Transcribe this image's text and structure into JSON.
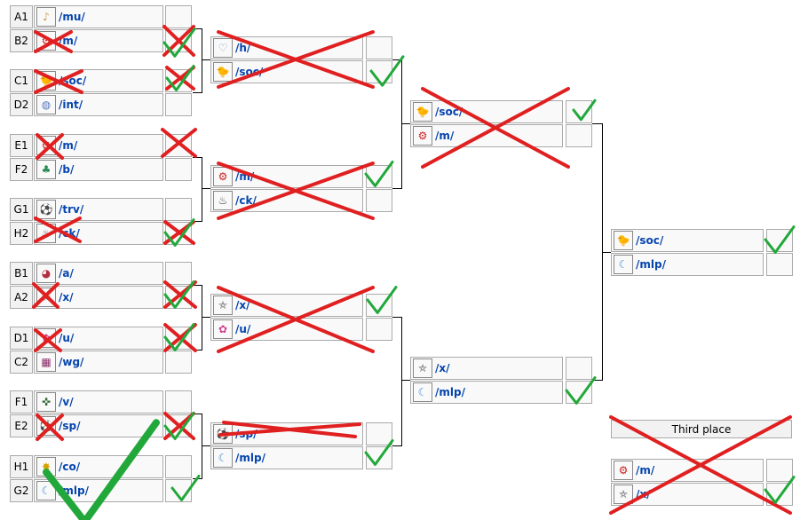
{
  "round1": [
    {
      "top": {
        "seed": "A1",
        "board": "/mu/",
        "icon": "music-icon"
      },
      "bottom": {
        "seed": "B2",
        "board": "/m/",
        "icon": "mecha-icon"
      }
    },
    {
      "top": {
        "seed": "C1",
        "board": "/soc/",
        "icon": "bird-icon"
      },
      "bottom": {
        "seed": "D2",
        "board": "/int/",
        "icon": "globe-icon"
      }
    },
    {
      "top": {
        "seed": "E1",
        "board": "/m/",
        "icon": "mecha-icon"
      },
      "bottom": {
        "seed": "F2",
        "board": "/b/",
        "icon": "clover-icon"
      }
    },
    {
      "top": {
        "seed": "G1",
        "board": "/trv/",
        "icon": "ball-icon"
      },
      "bottom": {
        "seed": "H2",
        "board": "/ck/",
        "icon": "chef-icon"
      }
    },
    {
      "top": {
        "seed": "B1",
        "board": "/a/",
        "icon": "anime-icon"
      },
      "bottom": {
        "seed": "A2",
        "board": "/x/",
        "icon": "pentagram-icon"
      }
    },
    {
      "top": {
        "seed": "D1",
        "board": "/u/",
        "icon": "flower-icon"
      },
      "bottom": {
        "seed": "C2",
        "board": "/wg/",
        "icon": "wallpaper-icon"
      }
    },
    {
      "top": {
        "seed": "F1",
        "board": "/v/",
        "icon": "controller-icon"
      },
      "bottom": {
        "seed": "E2",
        "board": "/sp/",
        "icon": "ball-icon"
      }
    },
    {
      "top": {
        "seed": "H1",
        "board": "/co/",
        "icon": "comic-icon"
      },
      "bottom": {
        "seed": "G2",
        "board": "/mlp/",
        "icon": "pony-icon"
      }
    }
  ],
  "round2": [
    {
      "top": {
        "board": "/h/",
        "icon": "h-icon"
      },
      "bottom": {
        "board": "/soc/",
        "icon": "bird-icon"
      }
    },
    {
      "top": {
        "board": "/m/",
        "icon": "mecha-icon"
      },
      "bottom": {
        "board": "/ck/",
        "icon": "chef-icon"
      }
    },
    {
      "top": {
        "board": "/x/",
        "icon": "pentagram-icon"
      },
      "bottom": {
        "board": "/u/",
        "icon": "flower-icon"
      }
    },
    {
      "top": {
        "board": "/sp/",
        "icon": "ball-icon"
      },
      "bottom": {
        "board": "/mlp/",
        "icon": "pony-icon"
      }
    }
  ],
  "round3": [
    {
      "top": {
        "board": "/soc/",
        "icon": "bird-icon"
      },
      "bottom": {
        "board": "/m/",
        "icon": "mecha-icon"
      }
    },
    {
      "top": {
        "board": "/x/",
        "icon": "pentagram-icon"
      },
      "bottom": {
        "board": "/mlp/",
        "icon": "pony-icon"
      }
    }
  ],
  "final": {
    "top": {
      "board": "/soc/",
      "icon": "bird-icon"
    },
    "bottom": {
      "board": "/mlp/",
      "icon": "pony-icon"
    }
  },
  "third_place": {
    "header": "Third place",
    "top": {
      "board": "/m/",
      "icon": "mecha-icon"
    },
    "bottom": {
      "board": "/x/",
      "icon": "pentagram-icon"
    }
  },
  "icon_glyphs": {
    "music-icon": "♪",
    "mecha-icon": "⚙",
    "bird-icon": "🐤",
    "globe-icon": "◍",
    "clover-icon": "♣",
    "ball-icon": "⚽",
    "chef-icon": "♨",
    "anime-icon": "◕",
    "pentagram-icon": "⛤",
    "flower-icon": "✿",
    "wallpaper-icon": "▦",
    "controller-icon": "✜",
    "comic-icon": "✸",
    "pony-icon": "☾",
    "h-icon": "♡"
  },
  "icon_colors": {
    "music-icon": "#c8a040",
    "mecha-icon": "#cc2222",
    "bird-icon": "#1a3a8a",
    "globe-icon": "#5577bb",
    "clover-icon": "#2e8b57",
    "ball-icon": "#111111",
    "chef-icon": "#444444",
    "anime-icon": "#b03040",
    "pentagram-icon": "#555555",
    "flower-icon": "#d0408a",
    "wallpaper-icon": "#8a2b6a",
    "controller-icon": "#336633",
    "comic-icon": "#d4a000",
    "pony-icon": "#4a90d9",
    "h-icon": "#7799cc"
  },
  "marks": {
    "cross_color": "#e02020",
    "check_color": "#22a83a"
  }
}
